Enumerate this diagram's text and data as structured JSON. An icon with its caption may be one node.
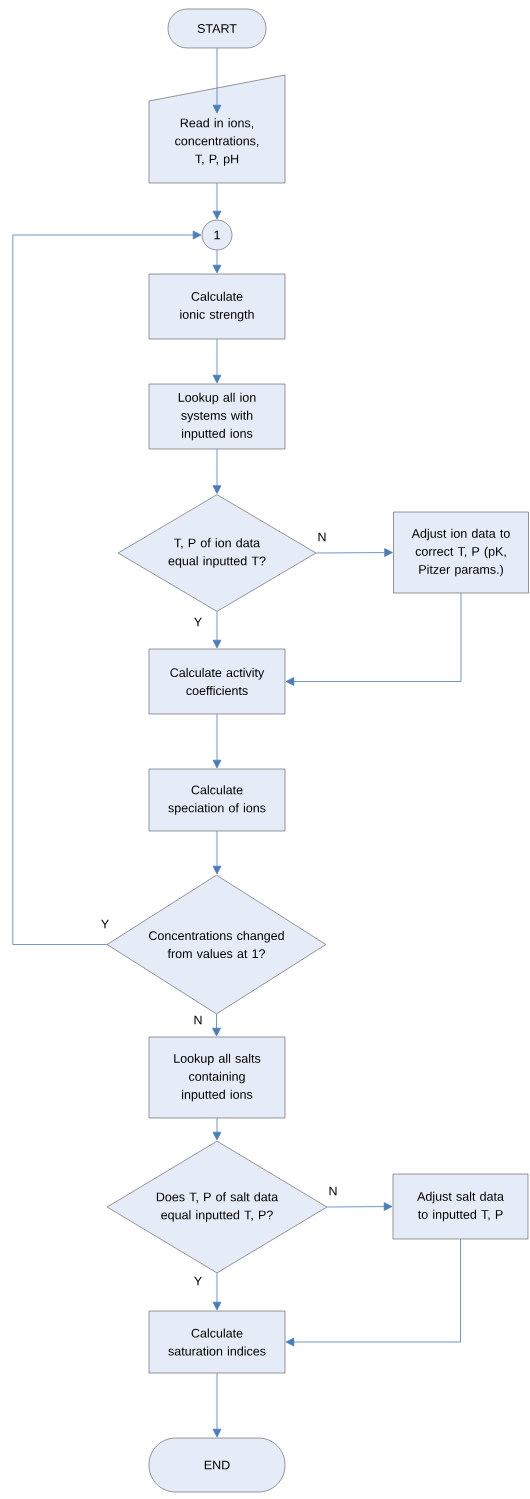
{
  "diagram": {
    "nodes": [
      {
        "text": [
          "START"
        ]
      },
      {
        "text": [
          "Read in ions, concentrations, T, P, pH"
        ]
      },
      {
        "text": [
          "1"
        ]
      },
      {
        "text": [
          "Calculate ionic strength"
        ]
      },
      {
        "text": [
          "Lookup all ion systems with inputted ions"
        ]
      },
      {
        "text": [
          "T, P of ion data equal inputted T?"
        ]
      },
      {
        "text": [
          "Adjust ion data to correct T, P (pK, Pitzer params.)"
        ]
      },
      {
        "text": [
          "Calculate activity coefficients"
        ]
      },
      {
        "text": [
          "Calculate speciation of ions"
        ]
      },
      {
        "text": [
          "Concentrations changed from values at 1?"
        ]
      },
      {
        "text": [
          "Lookup all salts containing inputted ions"
        ]
      },
      {
        "text": [
          "Does T, P of salt data equal inputted T, P?"
        ]
      },
      {
        "text": [
          "Adjust salt data to inputted T, P"
        ]
      },
      {
        "text": [
          "Calculate saturation indices"
        ]
      },
      {
        "text": [
          "END"
        ]
      }
    ],
    "edges": [
      {
        "from": 0,
        "to": 1,
        "arrow": "to"
      },
      {
        "from": 1,
        "to": 2,
        "arrow": "to"
      },
      {
        "from": 2,
        "to": 3,
        "arrow": "to"
      },
      {
        "from": 3,
        "to": 4,
        "arrow": "to"
      },
      {
        "from": 4,
        "to": 5,
        "arrow": "to"
      },
      {
        "from": 5,
        "to": 6,
        "arrow": "to",
        "label": "N"
      },
      {
        "from": 5,
        "to": 7,
        "arrow": "to",
        "label": "Y"
      },
      {
        "from": 6,
        "to": 7,
        "arrow": "to"
      },
      {
        "from": 7,
        "to": 8,
        "arrow": "to"
      },
      {
        "from": 8,
        "to": 9,
        "arrow": "to"
      },
      {
        "from": 9,
        "to": 2,
        "arrow": "to",
        "label": "Y"
      },
      {
        "from": 9,
        "to": 10,
        "arrow": "to",
        "label": "N"
      },
      {
        "from": 10,
        "to": 11,
        "arrow": "to"
      },
      {
        "from": 11,
        "to": 12,
        "arrow": "to",
        "label": "N"
      },
      {
        "from": 11,
        "to": 13,
        "arrow": "to",
        "label": "Y"
      },
      {
        "from": 12,
        "to": 13,
        "arrow": "to"
      },
      {
        "from": 13,
        "to": 14,
        "arrow": "to"
      }
    ]
  }
}
